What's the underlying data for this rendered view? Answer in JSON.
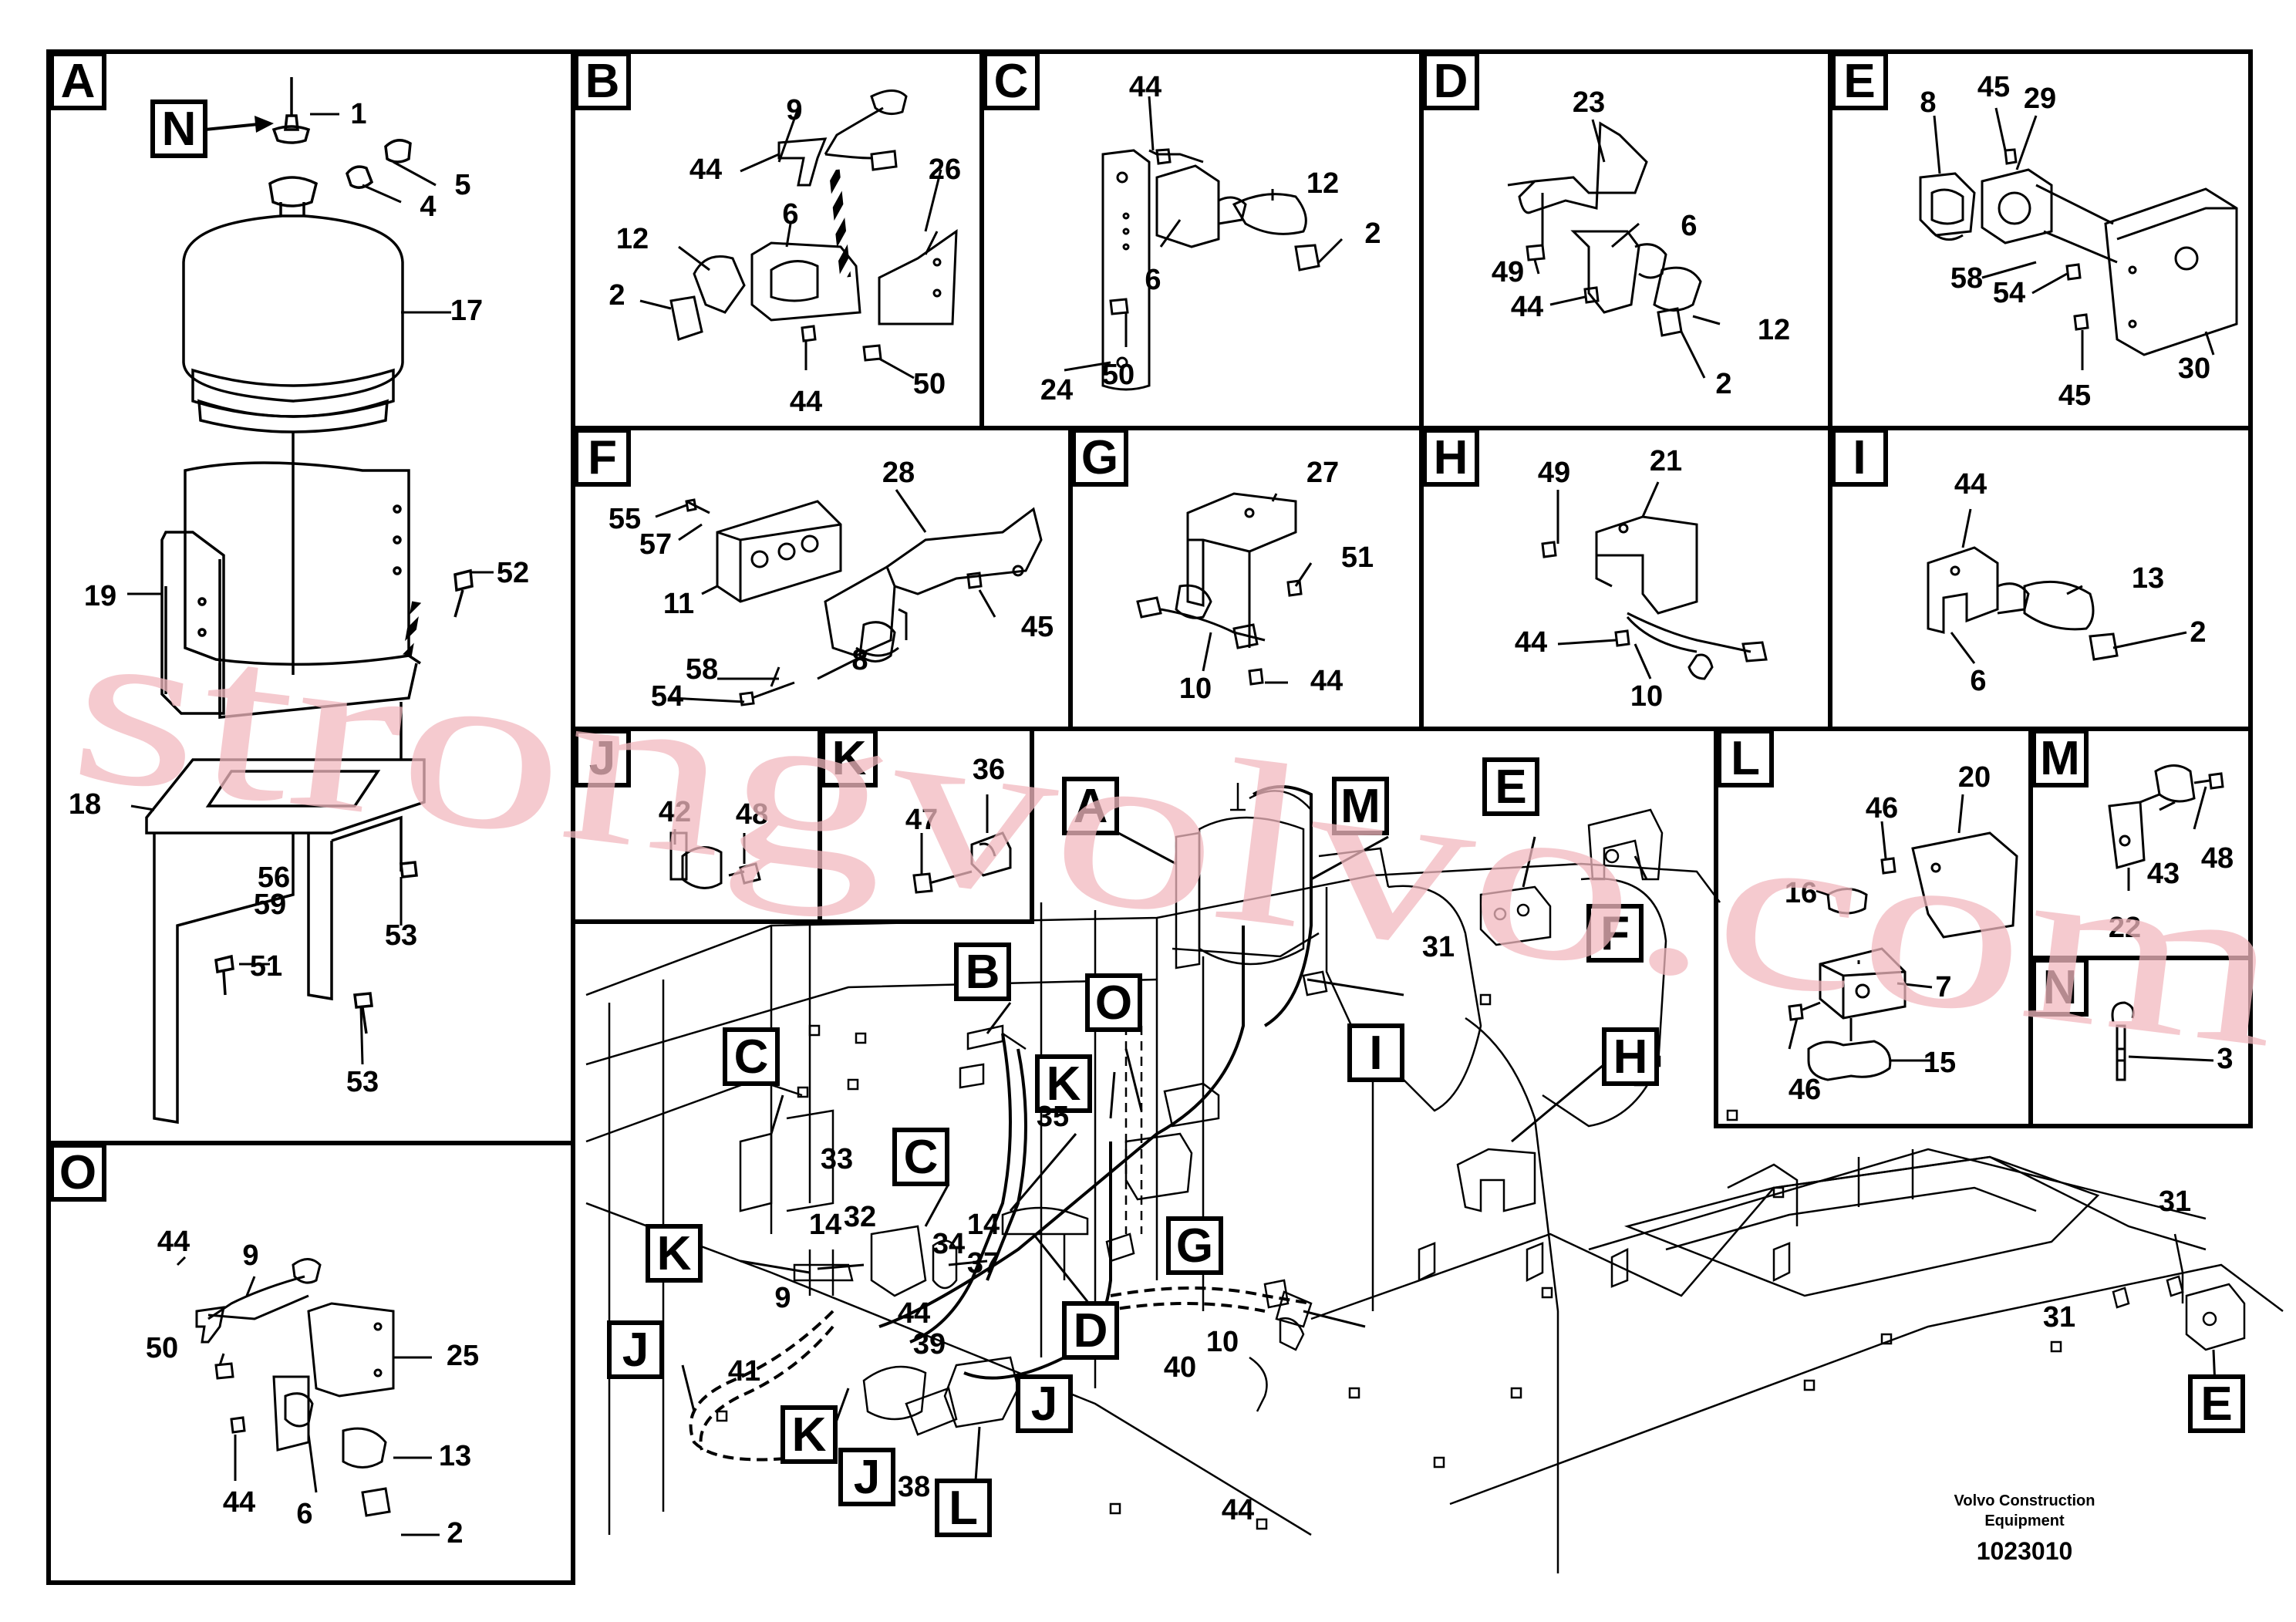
{
  "panels": [
    {
      "id": "A",
      "letter": "A",
      "parts": [
        "1",
        "5",
        "4",
        "17",
        "19",
        "52",
        "18",
        "56",
        "59",
        "51",
        "53",
        "53"
      ],
      "callout": "N"
    },
    {
      "id": "B",
      "letter": "B",
      "parts": [
        "9",
        "44",
        "26",
        "6",
        "12",
        "2",
        "44",
        "50"
      ]
    },
    {
      "id": "C",
      "letter": "C",
      "parts": [
        "44",
        "12",
        "6",
        "2",
        "24",
        "50"
      ]
    },
    {
      "id": "D",
      "letter": "D",
      "parts": [
        "23",
        "6",
        "49",
        "44",
        "12",
        "2"
      ]
    },
    {
      "id": "E",
      "letter": "E",
      "parts": [
        "8",
        "45",
        "29",
        "58",
        "54",
        "45",
        "30"
      ]
    },
    {
      "id": "F",
      "letter": "F",
      "parts": [
        "28",
        "55",
        "57",
        "11",
        "45",
        "54",
        "58",
        "8"
      ]
    },
    {
      "id": "G",
      "letter": "G",
      "parts": [
        "27",
        "51",
        "10",
        "44"
      ]
    },
    {
      "id": "H",
      "letter": "H",
      "parts": [
        "49",
        "21",
        "44",
        "10"
      ]
    },
    {
      "id": "I",
      "letter": "I",
      "parts": [
        "44",
        "13",
        "6",
        "2"
      ]
    },
    {
      "id": "J",
      "letter": "J",
      "parts": [
        "42",
        "48"
      ]
    },
    {
      "id": "K",
      "letter": "K",
      "parts": [
        "36",
        "47"
      ]
    },
    {
      "id": "L",
      "letter": "L",
      "parts": [
        "46",
        "20",
        "16",
        "7",
        "46",
        "15"
      ]
    },
    {
      "id": "M",
      "letter": "M",
      "parts": [
        "43",
        "48",
        "22"
      ]
    },
    {
      "id": "N",
      "letter": "N",
      "parts": [
        "3"
      ]
    },
    {
      "id": "O",
      "letter": "O",
      "parts": [
        "44",
        "9",
        "50",
        "25",
        "44",
        "13",
        "6",
        "2"
      ]
    }
  ],
  "main": {
    "callouts": [
      "A",
      "M",
      "E",
      "F",
      "B",
      "O",
      "C",
      "K",
      "C",
      "I",
      "H",
      "G",
      "K",
      "D",
      "J",
      "K",
      "J",
      "J",
      "L",
      "E"
    ],
    "parts": [
      "31",
      "33",
      "14",
      "32",
      "34",
      "35",
      "14",
      "37",
      "9",
      "44",
      "39",
      "41",
      "40",
      "10",
      "44",
      "38",
      "31",
      "31"
    ]
  },
  "footer": {
    "line1": "Volvo Construction",
    "line2": "Equipment",
    "code": "1023010"
  },
  "watermark": "strongvolvo.com",
  "colors": {
    "ink": "#000000",
    "watermark": "#f2b8bf",
    "paper": "#ffffff"
  }
}
